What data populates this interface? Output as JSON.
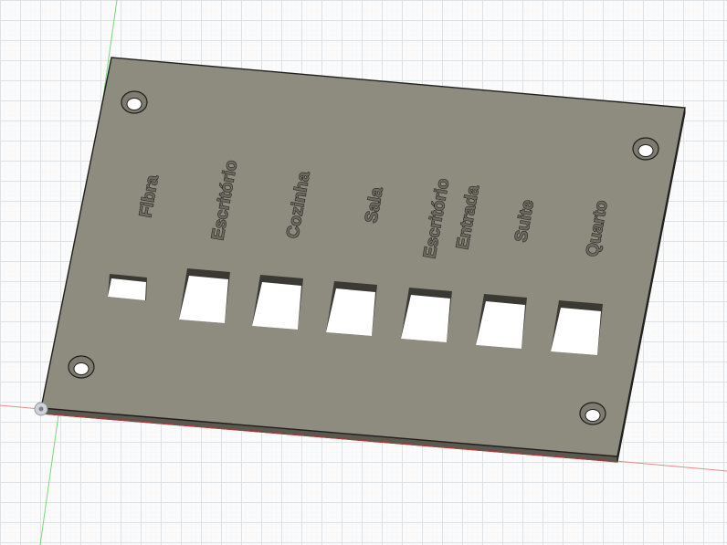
{
  "colors": {
    "plate_top": "#8e8b7f",
    "plate_edge": "#4e4c45",
    "cutout": "#ffffff",
    "grid_major": "#d9dee4",
    "x_axis": "#e06a6a",
    "y_axis": "#6fd66f"
  },
  "plate": {
    "labels": [
      {
        "id": "fibra",
        "text": "Fibra"
      },
      {
        "id": "escritorio",
        "text": "Escritório"
      },
      {
        "id": "cozinha",
        "text": "Cozinha"
      },
      {
        "id": "sala",
        "text": "Sala"
      },
      {
        "id": "escritorio-entrada-1",
        "text": "Escritório"
      },
      {
        "id": "escritorio-entrada-2",
        "text": "Entrada"
      },
      {
        "id": "suite",
        "text": "Suite"
      },
      {
        "id": "quarto",
        "text": "Quarto"
      }
    ]
  },
  "icons": {
    "origin": "origin-point-icon"
  }
}
